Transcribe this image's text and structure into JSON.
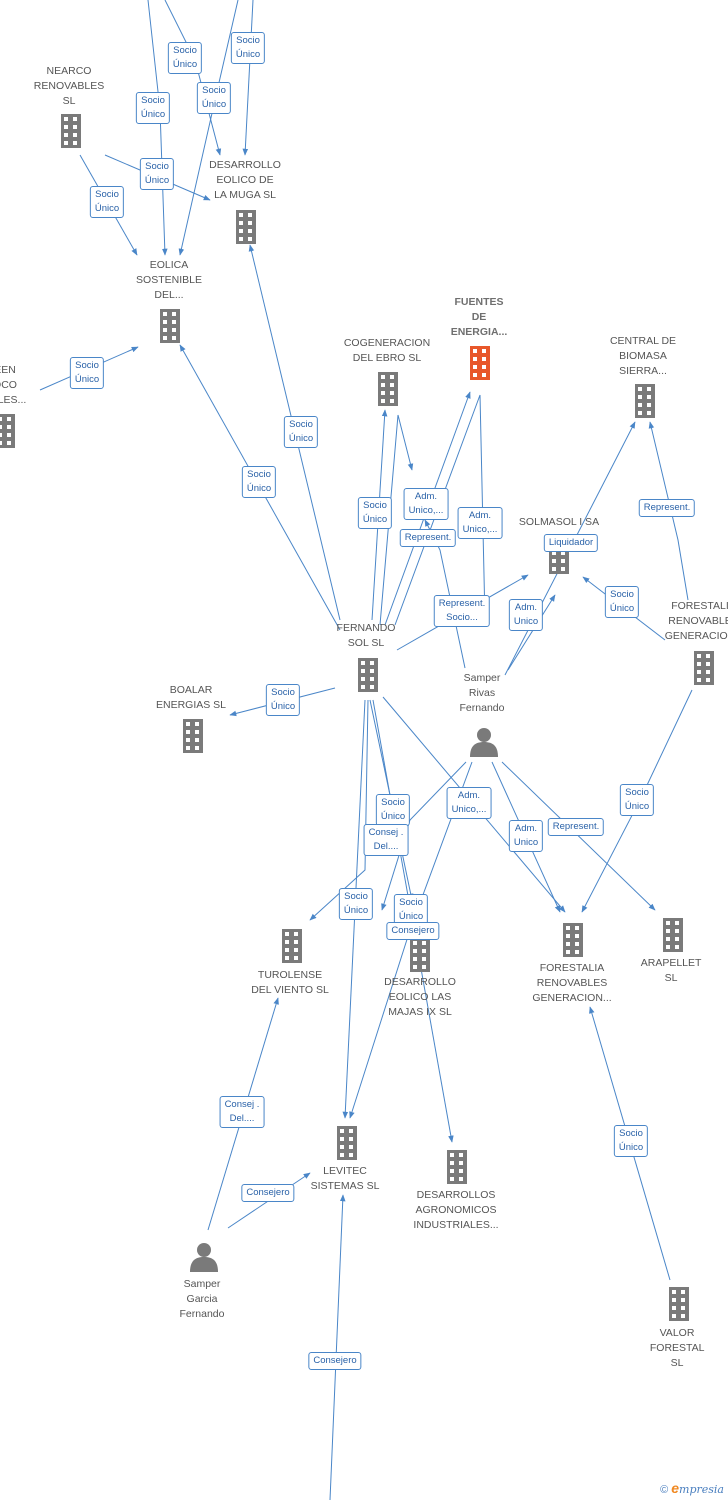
{
  "colors": {
    "edge": "#4a86c8",
    "node": "#7a7a7a",
    "focus": "#e8572a"
  },
  "nodes": [
    {
      "id": "nearco",
      "label": "NEARCO\nRENOVABLES\nSL",
      "kind": "company"
    },
    {
      "id": "muga",
      "label": "DESARROLLO\nEOLICO DE\nLA MUGA SL",
      "kind": "company"
    },
    {
      "id": "eolica",
      "label": "EOLICA\nSOSTENIBLE\nDEL...",
      "kind": "company"
    },
    {
      "id": "leftcut",
      "label": "EEN\nOCO\nABLES...",
      "kind": "company"
    },
    {
      "id": "fuentes",
      "label": "FUENTES\nDE\nENERGIA...",
      "kind": "focus"
    },
    {
      "id": "cogen",
      "label": "COGENERACION\nDEL EBRO  SL",
      "kind": "company"
    },
    {
      "id": "biomasa",
      "label": "CENTRAL DE\nBIOMASA\nSIERRA...",
      "kind": "company"
    },
    {
      "id": "solmasol",
      "label": "SOLMASOL I SA",
      "kind": "company"
    },
    {
      "id": "forestaliaR",
      "label": "FORESTALI\nRENOVABLE\nGENERACION",
      "kind": "company"
    },
    {
      "id": "fernando",
      "label": "FERNANDO\nSOL SL",
      "kind": "company"
    },
    {
      "id": "samperRivas",
      "label": "Samper\nRivas\nFernando",
      "kind": "person"
    },
    {
      "id": "boalar",
      "label": "BOALAR\nENERGIAS  SL",
      "kind": "company"
    },
    {
      "id": "turolense",
      "label": "TUROLENSE\nDEL VIENTO SL",
      "kind": "company"
    },
    {
      "id": "majas",
      "label": "DESARROLLO\nEOLICO LAS\nMAJAS IX  SL",
      "kind": "company"
    },
    {
      "id": "forestaliaM",
      "label": "FORESTALIA\nRENOVABLES\nGENERACION...",
      "kind": "company"
    },
    {
      "id": "arapellet",
      "label": "ARAPELLET  SL",
      "kind": "company"
    },
    {
      "id": "levitec",
      "label": "LEVITEC\nSISTEMAS  SL",
      "kind": "company"
    },
    {
      "id": "agronomicos",
      "label": "DESARROLLOS\nAGRONOMICOS\nINDUSTRIALES...",
      "kind": "company"
    },
    {
      "id": "samperGarcia",
      "label": "Samper\nGarcia\nFernando",
      "kind": "person"
    },
    {
      "id": "valor",
      "label": "VALOR\nFORESTAL SL",
      "kind": "company"
    }
  ],
  "edge_labels": [
    "Socio\nÚnico",
    "Socio\nÚnico",
    "Socio\nÚnico",
    "Socio\nÚnico",
    "Socio\nÚnico",
    "Socio\nÚnico",
    "Socio\nÚnico",
    "Socio\nÚnico",
    "Socio\nÚnico",
    "Socio\nÚnico",
    "Adm.\nUnico,...",
    "Adm.\nUnico,...",
    "Represent.",
    "Represent.\nSocio...",
    "SOLMASOL I SA",
    "Liquidador",
    "Socio\nÚnico",
    "Adm.\nUnico",
    "Represent.",
    "Socio\nÚnico",
    "Socio\nÚnico",
    "Socio\nÚnico",
    "Adm.\nUnico,...",
    "Consej .\nDel....",
    "Adm.\nUnico",
    "Represent.",
    "Socio\nÚnico",
    "Socio\nÚnico",
    "Consejero",
    "Consej .\nDel....",
    "Consejero",
    "Socio\nÚnico",
    "Consejero"
  ],
  "footer": {
    "copyright": "©",
    "brand_e": "e",
    "brand_rest": "mpresia"
  }
}
